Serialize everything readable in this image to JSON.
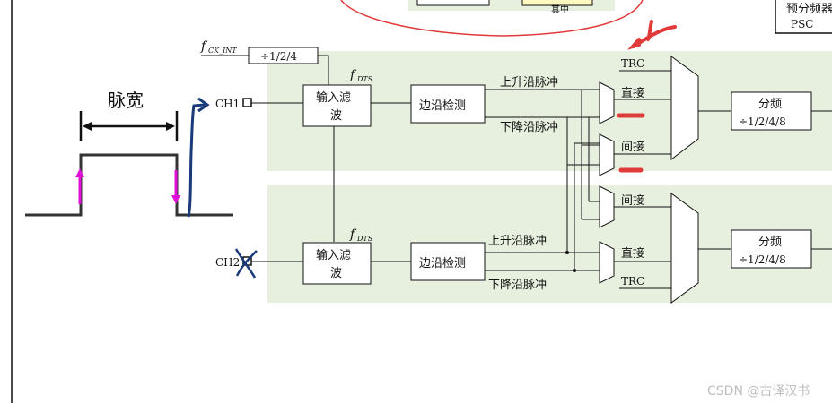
{
  "colors": {
    "band": "#e7f0de",
    "red_annotation": "#e03a3a",
    "magenta_arrow": "#e010d8",
    "blue_arrow": "#1a3a7a",
    "line": "#111111"
  },
  "top": {
    "psc_label_1": "预分频器",
    "psc_label_2": "PSC",
    "clipped_text": "其中"
  },
  "clock": {
    "fck_label": "f",
    "fck_sub": "CK_INT",
    "divider_label": "÷1/2/4",
    "fdts": "f",
    "fdts_sub": "DTS"
  },
  "pulse": {
    "title": "脉宽"
  },
  "ch1": {
    "pin": "CH1",
    "filter_l1": "输入滤",
    "filter_l2": "波",
    "edge": "边沿检测",
    "rising": "上升沿脉冲",
    "falling": "下降沿脉冲",
    "trc": "TRC",
    "direct": "直接",
    "indirect": "间接",
    "prescaler_l1": "分频",
    "prescaler_l2": "÷1/2/4/8"
  },
  "ch2": {
    "pin": "CH2",
    "filter_l1": "输入滤",
    "filter_l2": "波",
    "edge": "边沿检测",
    "rising": "上升沿脉冲",
    "falling": "下降沿脉冲",
    "trc": "TRC",
    "direct": "直接",
    "indirect": "间接",
    "prescaler_l1": "分频",
    "prescaler_l2": "÷1/2/4/8"
  },
  "watermark": "CSDN @古译汉书"
}
